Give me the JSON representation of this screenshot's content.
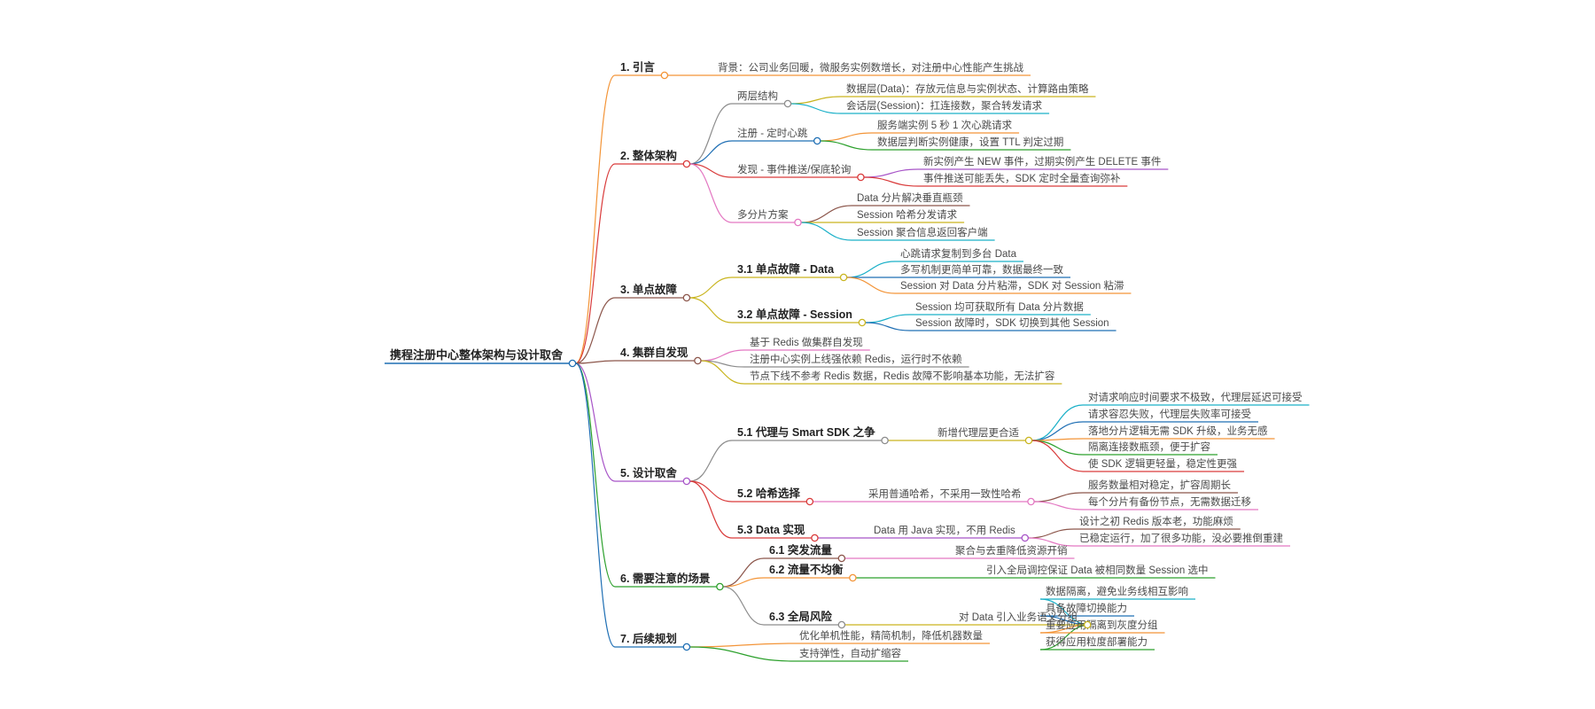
{
  "root": {
    "text": "携程注册中心整体架构与设计取舍",
    "color": "#1f6fb4",
    "children": [
      {
        "text": "1. 引言",
        "bold": true,
        "color": "#f39437",
        "children": [
          {
            "text": "背景：公司业务回暖，微服务实例数增长，对注册中心性能产生挑战",
            "color": "#f39437"
          }
        ]
      },
      {
        "text": "2. 整体架构",
        "bold": true,
        "color": "#d93b3b",
        "children": [
          {
            "text": "两层结构",
            "color": "#8c8c8c",
            "children": [
              {
                "text": "数据层(Data)：存放元信息与实例状态、计算路由策略",
                "color": "#c9b51f"
              },
              {
                "text": "会话层(Session)：扛连接数，聚合转发请求",
                "color": "#1ab0c8"
              }
            ]
          },
          {
            "text": "注册 - 定时心跳",
            "color": "#1f6fb4",
            "children": [
              {
                "text": "服务端实例 5 秒 1 次心跳请求",
                "color": "#f39437"
              },
              {
                "text": "数据层判断实例健康，设置 TTL 判定过期",
                "color": "#2ca02c"
              }
            ]
          },
          {
            "text": "发现 - 事件推送/保底轮询",
            "color": "#d93b3b",
            "children": [
              {
                "text": "新实例产生 NEW 事件，过期实例产生 DELETE 事件",
                "color": "#a855c8"
              },
              {
                "text": "事件推送可能丢失，SDK 定时全量查询弥补",
                "color": "#d93b3b"
              }
            ]
          },
          {
            "text": "多分片方案",
            "color": "#e377c2",
            "children": [
              {
                "text": "Data 分片解决垂直瓶颈",
                "color": "#8c564b"
              },
              {
                "text": "Session 哈希分发请求",
                "color": "#c9b51f"
              },
              {
                "text": "Session 聚合信息返回客户端",
                "color": "#1ab0c8"
              }
            ]
          }
        ]
      },
      {
        "text": "3. 单点故障",
        "bold": true,
        "color": "#8c564b",
        "children": [
          {
            "text": "3.1 单点故障 - Data",
            "bold": true,
            "color": "#c9b51f",
            "children": [
              {
                "text": "心跳请求复制到多台 Data",
                "color": "#1ab0c8"
              },
              {
                "text": "多写机制更简单可靠，数据最终一致",
                "color": "#1f6fb4"
              },
              {
                "text": "Session 对 Data 分片粘滞，SDK 对 Session 粘滞",
                "color": "#f39437"
              }
            ]
          },
          {
            "text": "3.2 单点故障 - Session",
            "bold": true,
            "color": "#c9b51f",
            "children": [
              {
                "text": "Session 均可获取所有 Data 分片数据",
                "color": "#1ab0c8"
              },
              {
                "text": "Session 故障时，SDK 切换到其他 Session",
                "color": "#1f6fb4"
              }
            ]
          }
        ]
      },
      {
        "text": "4. 集群自发现",
        "bold": true,
        "color": "#8c564b",
        "children": [
          {
            "text": "基于 Redis 做集群自发现",
            "color": "#e377c2"
          },
          {
            "text": "注册中心实例上线强依赖 Redis，运行时不依赖",
            "color": "#8c8c8c"
          },
          {
            "text": "节点下线不参考 Redis 数据，Redis 故障不影响基本功能，无法扩容",
            "color": "#c9b51f"
          }
        ]
      },
      {
        "text": "5. 设计取舍",
        "bold": true,
        "color": "#a855c8",
        "children": [
          {
            "text": "5.1 代理与 Smart SDK 之争",
            "bold": true,
            "color": "#8c8c8c",
            "children": [
              {
                "text": "新增代理层更合适",
                "color": "#c9b51f",
                "children": [
                  {
                    "text": "对请求响应时间要求不极致，代理层延迟可接受",
                    "color": "#1ab0c8"
                  },
                  {
                    "text": "请求容忍失败，代理层失败率可接受",
                    "color": "#1f6fb4"
                  },
                  {
                    "text": "落地分片逻辑无需 SDK 升级，业务无感",
                    "color": "#f39437"
                  },
                  {
                    "text": "隔离连接数瓶颈，便于扩容",
                    "color": "#2ca02c"
                  },
                  {
                    "text": "使 SDK 逻辑更轻量，稳定性更强",
                    "color": "#d93b3b"
                  }
                ]
              }
            ]
          },
          {
            "text": "5.2 哈希选择",
            "bold": true,
            "color": "#d93b3b",
            "children": [
              {
                "text": "采用普通哈希，不采用一致性哈希",
                "color": "#e377c2",
                "children": [
                  {
                    "text": "服务数量相对稳定，扩容周期长",
                    "color": "#8c564b"
                  },
                  {
                    "text": "每个分片有备份节点，无需数据迁移",
                    "color": "#e377c2"
                  }
                ]
              }
            ]
          },
          {
            "text": "5.3 Data 实现",
            "bold": true,
            "color": "#d93b3b",
            "children": [
              {
                "text": "Data 用 Java 实现，不用 Redis",
                "color": "#a855c8",
                "children": [
                  {
                    "text": "设计之初 Redis 版本老，功能麻烦",
                    "color": "#8c564b"
                  },
                  {
                    "text": "已稳定运行，加了很多功能，没必要推倒重建",
                    "color": "#e377c2"
                  }
                ]
              }
            ]
          }
        ]
      },
      {
        "text": "6. 需要注意的场景",
        "bold": true,
        "color": "#2ca02c",
        "children": [
          {
            "text": "6.1 突发流量",
            "bold": true,
            "color": "#8c564b",
            "children": [
              {
                "text": "聚合与去重降低资源开销",
                "color": "#e377c2"
              }
            ]
          },
          {
            "text": "6.2 流量不均衡",
            "bold": true,
            "color": "#f39437",
            "children": [
              {
                "text": "引入全局调控保证 Data 被相同数量 Session 选中",
                "color": "#2ca02c"
              }
            ]
          },
          {
            "text": "6.3 全局风险",
            "bold": true,
            "color": "#8c8c8c",
            "children": [
              {
                "text": "对 Data 引入业务语义分组",
                "color": "#c9b51f",
                "children": [
                  {
                    "text": "数据隔离，避免业务线相互影响",
                    "color": "#1ab0c8"
                  },
                  {
                    "text": "具备故障切换能力",
                    "color": "#1f6fb4"
                  },
                  {
                    "text": "重要应用隔离到灰度分组",
                    "color": "#f39437"
                  },
                  {
                    "text": "获得应用粒度部署能力",
                    "color": "#2ca02c"
                  }
                ]
              }
            ]
          }
        ]
      },
      {
        "text": "7. 后续规划",
        "bold": true,
        "color": "#1f6fb4",
        "children": [
          {
            "text": "优化单机性能，精简机制，降低机器数量",
            "color": "#f39437"
          },
          {
            "text": "支持弹性，自动扩缩容",
            "color": "#2ca02c"
          }
        ]
      }
    ]
  }
}
